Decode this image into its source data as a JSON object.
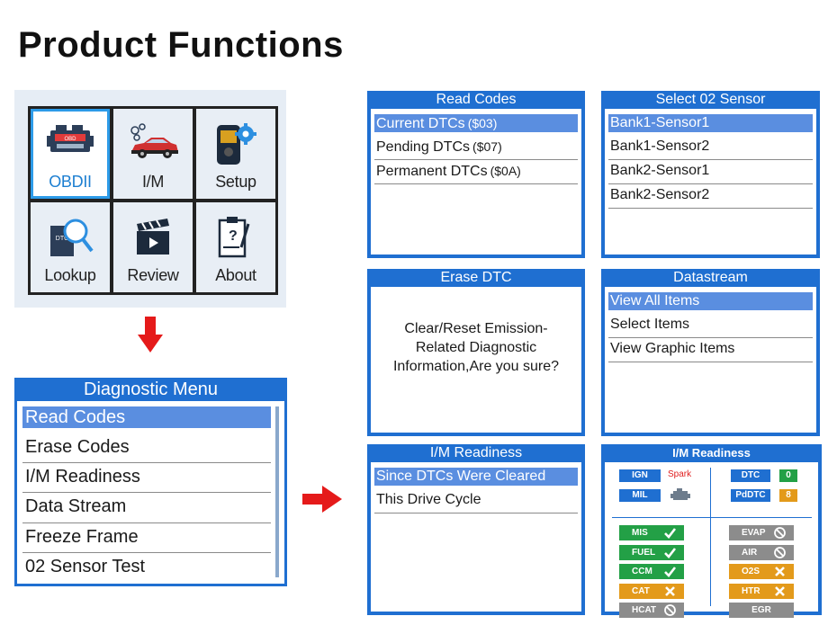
{
  "page": {
    "title": "Product Functions"
  },
  "home_menu": {
    "tiles": [
      {
        "label": "OBDII",
        "icon": "engine-icon",
        "active": true
      },
      {
        "label": "I/M",
        "icon": "car-icon",
        "active": false
      },
      {
        "label": "Setup",
        "icon": "scanner-gear-icon",
        "active": false
      },
      {
        "label": "Lookup",
        "icon": "dtc-magnifier-icon",
        "active": false
      },
      {
        "label": "Review",
        "icon": "clapperboard-icon",
        "active": false
      },
      {
        "label": "About",
        "icon": "clipboard-icon",
        "active": false
      }
    ]
  },
  "diagnostic_menu": {
    "title": "Diagnostic Menu",
    "items": [
      "Read Codes",
      "Erase Codes",
      "I/M Readiness",
      "Data Stream",
      "Freeze Frame",
      "02 Sensor Test"
    ],
    "selected": 0
  },
  "read_codes": {
    "title": "Read Codes",
    "items": [
      {
        "label": "Current DTCs",
        "code": "($03)"
      },
      {
        "label": "Pending DTCs",
        "code": "($07)"
      },
      {
        "label": "Permanent DTCs",
        "code": "($0A)"
      }
    ]
  },
  "select_sensor": {
    "title": "Select 02 Sensor",
    "items": [
      "Bank1-Sensor1",
      "Bank1-Sensor2",
      "Bank2-Sensor1",
      "Bank2-Sensor2"
    ]
  },
  "erase_dtc": {
    "title": "Erase DTC",
    "line1": "Clear/Reset Emission-",
    "line2": "Related Diagnostic",
    "line3": "Information,Are you sure?"
  },
  "datastream": {
    "title": "Datastream",
    "items": [
      "View All Items",
      "Select Items",
      "View Graphic Items"
    ]
  },
  "im_readiness": {
    "title": "I/M Readiness",
    "items": [
      "Since DTCs Were Cleared",
      "This Drive Cycle"
    ]
  },
  "im_readiness_detail": {
    "title": "I/M Readiness",
    "ign": "IGN",
    "spark": "Spark",
    "mil": "MIL",
    "dtc_label": "DTC",
    "dtc_value": "0",
    "pddtc_label": "PdDTC",
    "pddtc_value": "8",
    "left": [
      {
        "label": "MIS",
        "status": "check",
        "color": "green"
      },
      {
        "label": "FUEL",
        "status": "check",
        "color": "green"
      },
      {
        "label": "CCM",
        "status": "check",
        "color": "green"
      },
      {
        "label": "CAT",
        "status": "cross",
        "color": "orange"
      },
      {
        "label": "HCAT",
        "status": "na",
        "color": "gray"
      }
    ],
    "right": [
      {
        "label": "EVAP",
        "status": "na",
        "color": "gray"
      },
      {
        "label": "AIR",
        "status": "na",
        "color": "gray"
      },
      {
        "label": "O2S",
        "status": "cross",
        "color": "orange"
      },
      {
        "label": "HTR",
        "status": "cross",
        "color": "orange"
      },
      {
        "label": "EGR",
        "status": "none",
        "color": "gray"
      }
    ]
  }
}
